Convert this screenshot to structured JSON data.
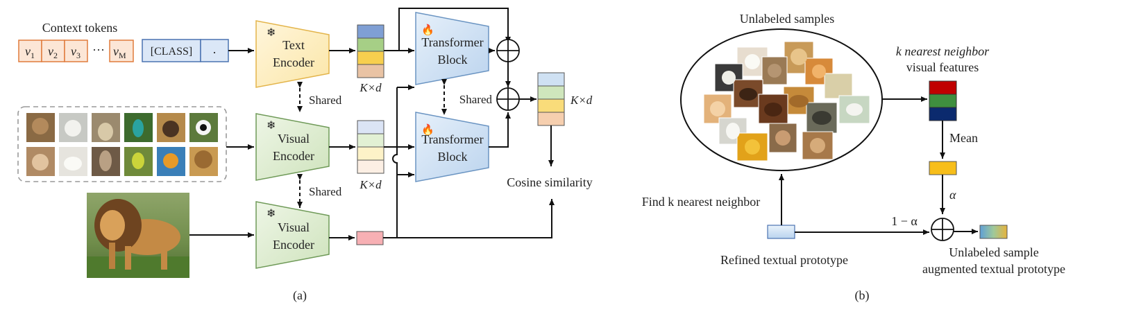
{
  "panel_a": {
    "caption": "(a)",
    "context_tokens_label": "Context tokens",
    "tokens": [
      {
        "base": "v",
        "sub": "1"
      },
      {
        "base": "v",
        "sub": "2"
      },
      {
        "base": "v",
        "sub": "3"
      },
      {
        "base": "v",
        "sub": "M"
      }
    ],
    "ellipsis": "···",
    "class_token": "[CLASS]",
    "period_token": ".",
    "text_encoder": {
      "line1": "Text",
      "line2": "Encoder"
    },
    "visual_encoder_top": {
      "line1": "Visual",
      "line2": "Encoder"
    },
    "visual_encoder_bottom": {
      "line1": "Visual",
      "line2": "Encoder"
    },
    "transformer_top": {
      "line1": "Transformer",
      "line2": "Block"
    },
    "transformer_bottom": {
      "line1": "Transformer",
      "line2": "Block"
    },
    "shared_labels": [
      "Shared",
      "Shared",
      "Shared"
    ],
    "kxd_labels": [
      "K×d",
      "K×d",
      "K×d"
    ],
    "cosine_similarity": "Cosine similarity",
    "colors": {
      "text_encoder_fill": "#fdf0c8",
      "text_encoder_stroke": "#e3b44a",
      "visual_encoder_fill": "#e4f0d6",
      "visual_encoder_stroke": "#6f9a58",
      "transformer_fill": "#d5e6f6",
      "transformer_stroke": "#6a94c2",
      "token_fill": "#fce6d6",
      "token_stroke": "#e07b3c",
      "class_fill": "#dbe7f7",
      "class_stroke": "#4a72b0",
      "query_fill": "#f7b0b4"
    }
  },
  "panel_b": {
    "caption": "(b)",
    "unlabeled_samples": "Unlabeled samples",
    "knn_label": {
      "line1": "k nearest neighbor",
      "line2": "visual features"
    },
    "mean": "Mean",
    "alpha": "α",
    "one_minus_alpha": "1 − α",
    "find_knn": "Find k nearest neighbor",
    "refined_prototype": "Refined textual prototype",
    "augmented": {
      "line1": "Unlabeled sample",
      "line2": "augmented textual prototype"
    },
    "feature_colors": [
      "#c00000",
      "#3f8f3f",
      "#0b2a6e"
    ]
  }
}
